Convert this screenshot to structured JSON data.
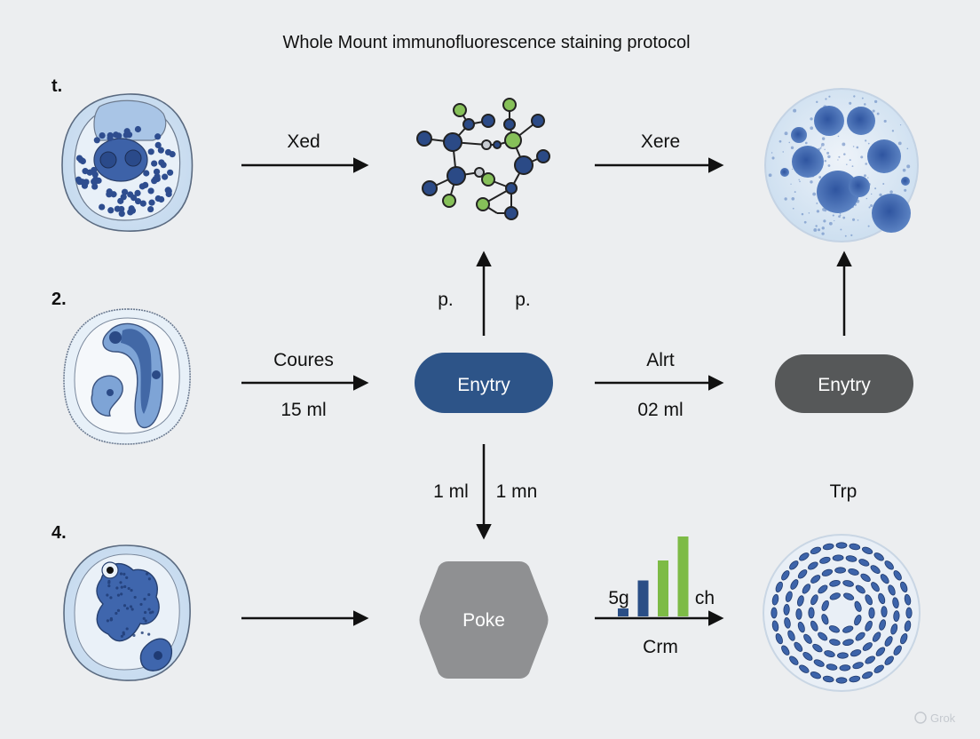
{
  "title": "Whole Mount immunofluorescence staining protocol",
  "steps": [
    "t.",
    "2.",
    "4."
  ],
  "labels": {
    "row1_arrow1": "Xed",
    "row1_arrow2": "Xere",
    "up_left": "p.",
    "up_right": "p.",
    "row2_arrow1_top": "Coures",
    "row2_arrow1_bottom": "15 ml",
    "row2_arrow2_top": "Alrt",
    "row2_arrow2_bottom": "02 ml",
    "down_left": "1 ml",
    "down_right": "1 mn",
    "right_col": "Trp",
    "row3_bars_left": "5g",
    "row3_bars_right": "ch",
    "row3_arrow2_bottom": "Crm"
  },
  "nodes": {
    "blue_pill": "Enytry",
    "dark_pill": "Enytry",
    "hexagon": "Poke"
  },
  "mini_bars": [
    {
      "value": 0.1,
      "color": "#2a4e86"
    },
    {
      "value": 0.45,
      "color": "#2a4e86"
    },
    {
      "value": 0.7,
      "color": "#7dbb46"
    },
    {
      "value": 1.0,
      "color": "#7dbb46"
    }
  ],
  "watermark": "Grok",
  "colors": {
    "blue_pill": "#2d5488",
    "dark_pill": "#565859",
    "hexagon": "#8f9092",
    "green": "#86c059",
    "navy": "#2b4a82"
  }
}
